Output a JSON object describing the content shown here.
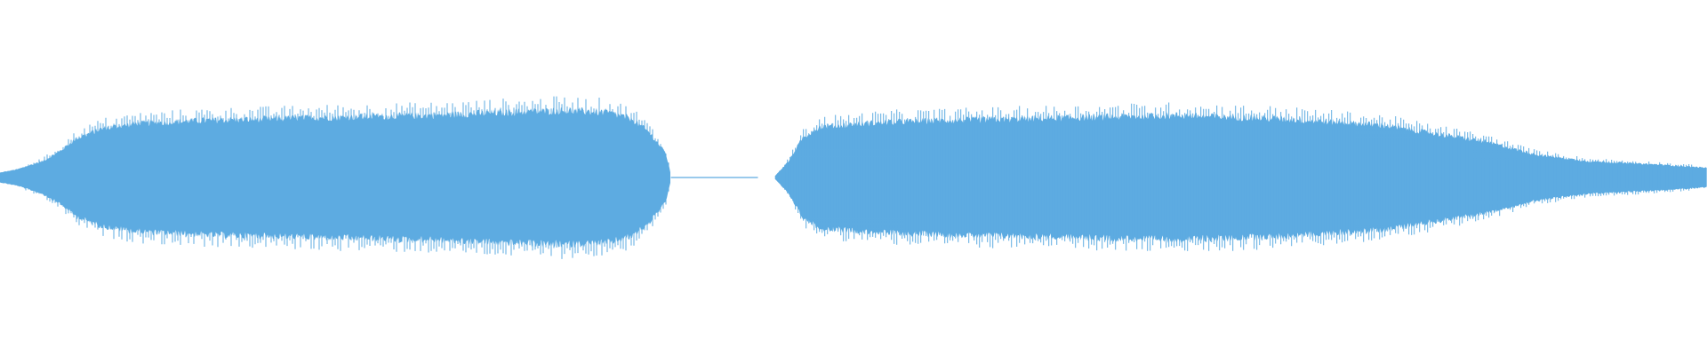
{
  "waveform": {
    "color": "#5dabe1",
    "background": "#ffffff",
    "segments": [
      {
        "name": "segment-1",
        "envelope": [
          [
            0.0,
            0.03
          ],
          [
            0.01,
            0.05
          ],
          [
            0.025,
            0.1
          ],
          [
            0.035,
            0.16
          ],
          [
            0.045,
            0.24
          ],
          [
            0.06,
            0.3
          ],
          [
            0.08,
            0.33
          ],
          [
            0.12,
            0.35
          ],
          [
            0.2,
            0.37
          ],
          [
            0.25,
            0.38
          ],
          [
            0.3,
            0.4
          ],
          [
            0.33,
            0.41
          ],
          [
            0.355,
            0.4
          ],
          [
            0.37,
            0.36
          ],
          [
            0.38,
            0.28
          ],
          [
            0.39,
            0.15
          ],
          [
            0.393,
            0.02
          ]
        ]
      },
      {
        "name": "segment-2",
        "envelope": [
          [
            0.454,
            0.01
          ],
          [
            0.462,
            0.1
          ],
          [
            0.47,
            0.24
          ],
          [
            0.48,
            0.31
          ],
          [
            0.52,
            0.34
          ],
          [
            0.6,
            0.36
          ],
          [
            0.69,
            0.38
          ],
          [
            0.75,
            0.36
          ],
          [
            0.81,
            0.32
          ],
          [
            0.87,
            0.22
          ],
          [
            0.9,
            0.14
          ],
          [
            0.93,
            0.1
          ],
          [
            0.97,
            0.08
          ],
          [
            1.0,
            0.06
          ]
        ]
      }
    ],
    "silent_line": {
      "from": 0.393,
      "to": 0.444
    }
  }
}
